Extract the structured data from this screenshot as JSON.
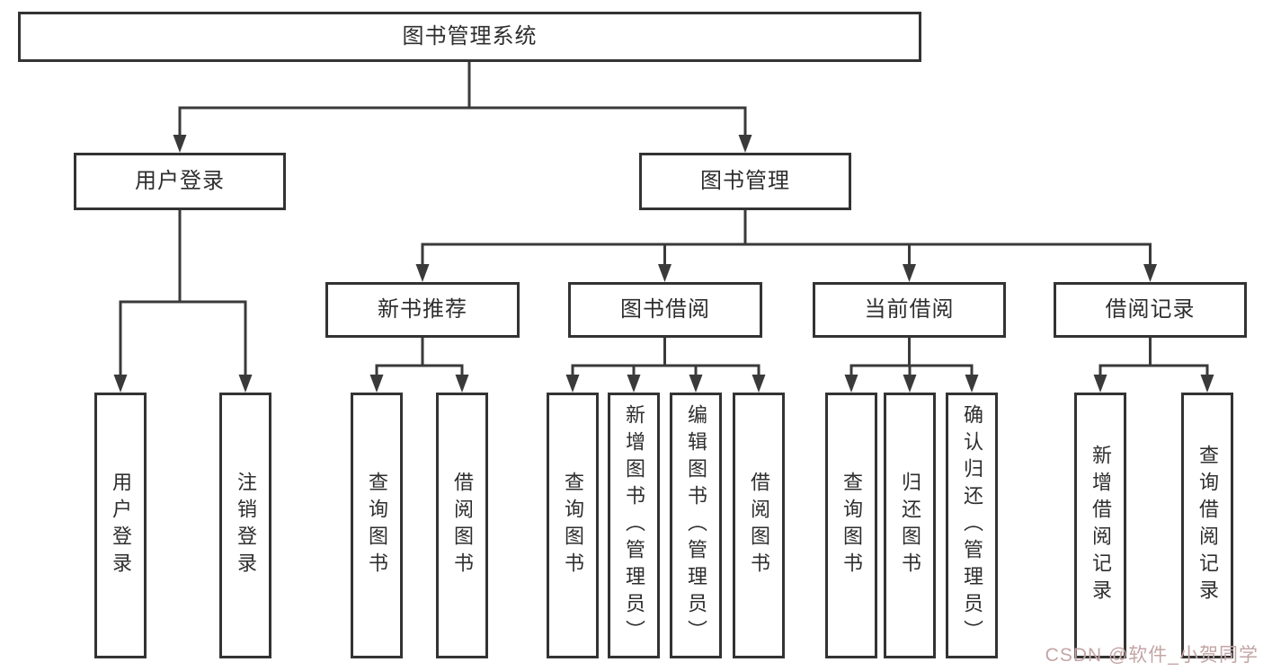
{
  "diagram": {
    "root": "图书管理系统",
    "branches": [
      {
        "label": "用户登录",
        "leaves": [
          "用户登录",
          "注销登录"
        ]
      },
      {
        "label": "图书管理",
        "sections": [
          {
            "label": "新书推荐",
            "leaves": [
              "查询图书",
              "借阅图书"
            ]
          },
          {
            "label": "图书借阅",
            "leaves": [
              "查询图书",
              "新增图书（管理员）",
              "编辑图书（管理员）",
              "借阅图书"
            ]
          },
          {
            "label": "当前借阅",
            "leaves": [
              "查询图书",
              "归还图书",
              "确认归还（管理员）"
            ]
          },
          {
            "label": "借阅记录",
            "leaves": [
              "新增借阅记录",
              "查询借阅记录"
            ]
          }
        ]
      }
    ]
  },
  "watermark": "CSDN @软件_小贺同学",
  "colors": {
    "background": "#ffffff",
    "line": "#3a3a3a",
    "box_border": "#333333",
    "text": "#2e2e2e",
    "watermark": "#c4a5a5"
  }
}
